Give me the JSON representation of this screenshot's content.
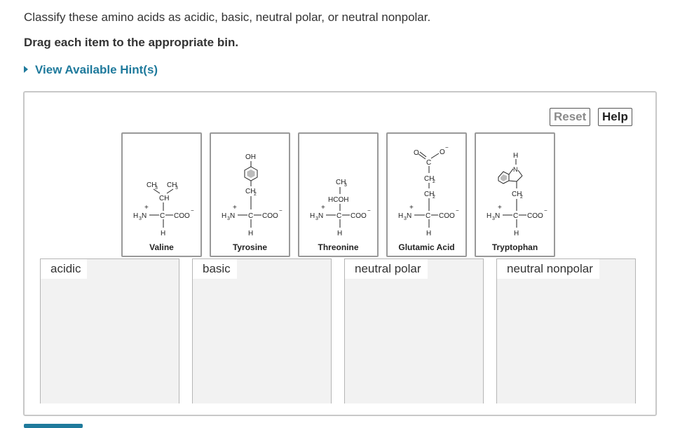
{
  "question": {
    "instruction": "Classify these amino acids as acidic, basic, neutral polar, or neutral nonpolar.",
    "task": "Drag each item to the appropriate bin."
  },
  "hint": {
    "label": "View Available Hint(s)",
    "icon": "triangle-right-icon"
  },
  "toolbar": {
    "reset_label": "Reset",
    "help_label": "Help"
  },
  "cards": [
    {
      "name": "Valine"
    },
    {
      "name": "Tyrosine"
    },
    {
      "name": "Threonine"
    },
    {
      "name": "Glutamic Acid"
    },
    {
      "name": "Tryptophan"
    }
  ],
  "bins": [
    {
      "label": "acidic"
    },
    {
      "label": "basic"
    },
    {
      "label": "neutral polar"
    },
    {
      "label": "neutral nonpolar"
    }
  ],
  "colors": {
    "link": "#1f7a9c",
    "bin_bg": "#f2f2f2",
    "card_border": "#999999"
  }
}
